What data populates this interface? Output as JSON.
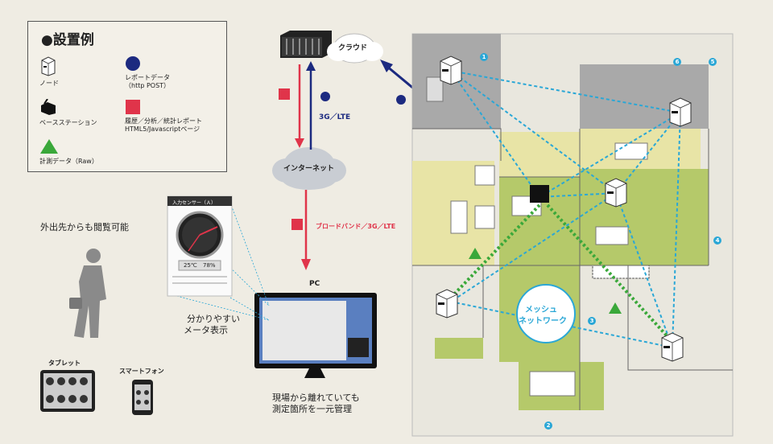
{
  "legend": {
    "title": "●設置例",
    "node": "ノード",
    "report_data": "レポートデータ",
    "report_data_sub": "（http POST）",
    "base_station": "ベースステーション",
    "history": "履歴／分析／統計レポート",
    "history_sub": "HTML5/Javascriptページ",
    "raw_data": "計測データ（Raw）"
  },
  "network": {
    "cloud": "クラウド",
    "uplink": "3G／LTE",
    "internet": "インターネット",
    "downlink": "ブロードバンド／3G／LTE",
    "pc": "PC"
  },
  "captions": {
    "remote_view": "外出先からも閲覧可能",
    "meter_display_1": "分かりやすい",
    "meter_display_2": "メータ表示",
    "tablet": "タブレット",
    "smartphone": "スマートフォン",
    "central_1": "現場から離れていても",
    "central_2": "測定箇所を一元管理"
  },
  "phone_app": {
    "header": "入力センサー（Ａ）",
    "readout_temp": "25℃",
    "readout_hum": "78%"
  },
  "floor": {
    "mesh_label_1": "メッシュ",
    "mesh_label_2": "ネットワーク",
    "markers": [
      "1",
      "2",
      "3",
      "4",
      "5",
      "6"
    ]
  },
  "colors": {
    "red": "#e0344a",
    "navy": "#1c2a80",
    "cyan": "#2aa7d6",
    "green": "#3aa83a",
    "floor_green": "#b5c96a",
    "floor_yellow": "#e8e4a6",
    "floor_gray": "#a9a9a9"
  }
}
